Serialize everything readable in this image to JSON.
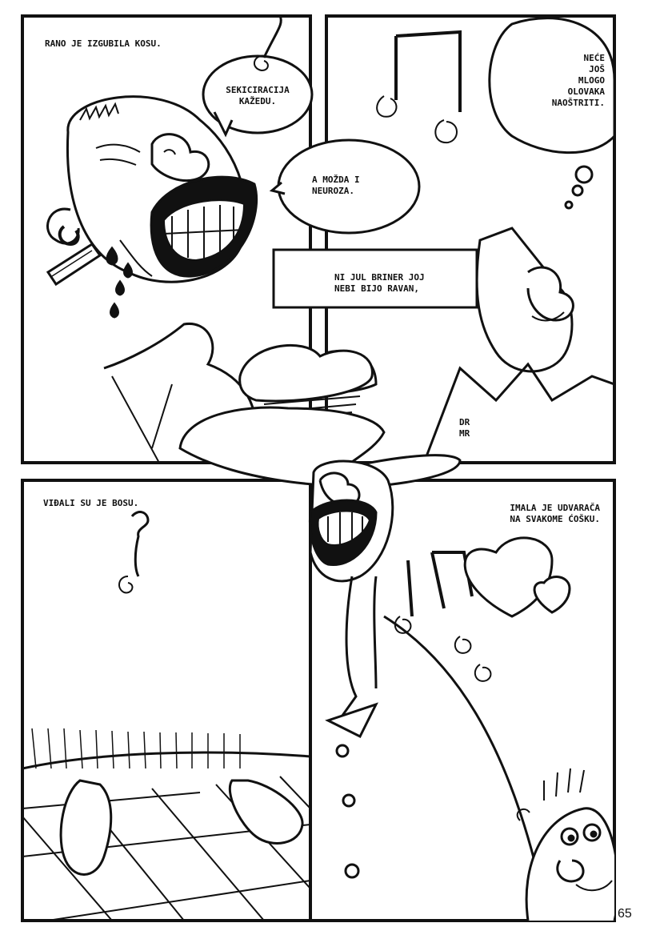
{
  "page": {
    "number": "65",
    "ink_color": "#111111",
    "paper_color": "#ffffff"
  },
  "panels": {
    "panel1": {
      "caption": "RANO JE IZGUBILA KOSU."
    },
    "panel2": {
      "speech_1": "SEKICIRACIJA\nKAŽEDU.",
      "speech_2": "A MOŽDA I\nNEUROZA.",
      "thought": "NEĆE\nJOŠ\nMLOGO\nOLOVAKA\nNAOŠTRITI.",
      "caption_box": "NI JUL BRINER JOJ\nNEBI BIJO RAVAN,",
      "signature": "DR\nMR"
    },
    "panel3": {
      "caption": "VIĐALI SU JE BOSU."
    },
    "panel4": {
      "caption": "IMALA JE UDVARAČA\nNA SVAKOME ĆOŠKU."
    }
  }
}
